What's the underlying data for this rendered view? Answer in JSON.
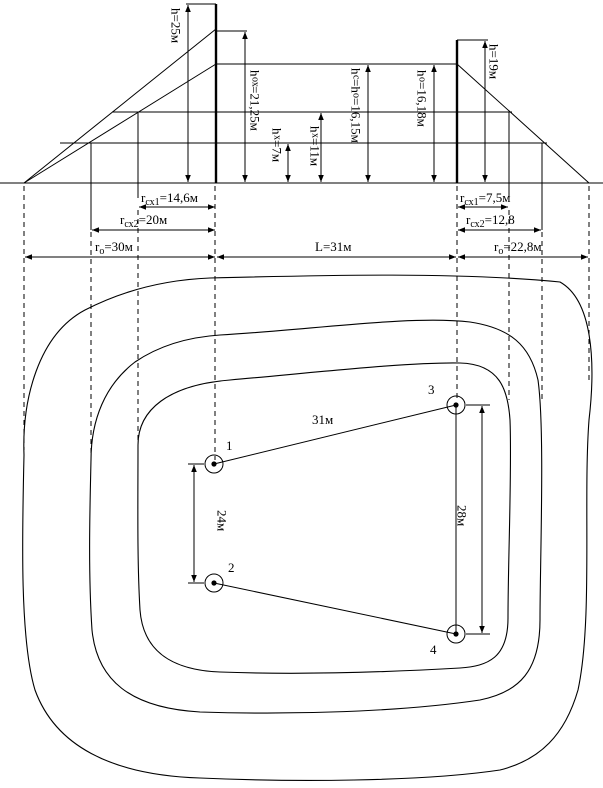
{
  "section": {
    "h_left": "h=25м",
    "h_ox": "h",
    "h_ox_sub": "ох",
    "h_ox_val": "=21,25м",
    "hx1": "h",
    "hx1_sub": "x",
    "hx1_val": "=7м",
    "hx2": "h",
    "hx2_sub": "x",
    "hx2_val": "=11м",
    "hc": "h",
    "hc_sub": "c",
    "hc_mid": "=h",
    "hc_sub2": "o",
    "hc_val": "=16,15м",
    "ho": "h",
    "ho_sub": "o",
    "ho_val": "=16,18м",
    "h_right": "h=19м"
  },
  "dims": {
    "l_rcx1": "r",
    "l_rcx1_sub": "сх1",
    "l_rcx1_val": "=14,6м",
    "l_rcx2": "r",
    "l_rcx2_sub": "сх2",
    "l_rcx2_val": "=20м",
    "l_ro": "r",
    "l_ro_sub": "o",
    "l_ro_val": "=30м",
    "L": "L=31м",
    "r_rcx1": "r",
    "r_rcx1_sub": "сх1",
    "r_rcx1_val": "=7,5м",
    "r_rcx2": "r",
    "r_rcx2_sub": "сх2",
    "r_rcx2_val": "=12,8",
    "r_ro": "r",
    "r_ro_sub": "o",
    "r_ro_val": "=22,8м"
  },
  "plan": {
    "p1": "1",
    "p2": "2",
    "p3": "3",
    "p4": "4",
    "d12": "24м",
    "d13": "31м",
    "d34": "28м"
  }
}
